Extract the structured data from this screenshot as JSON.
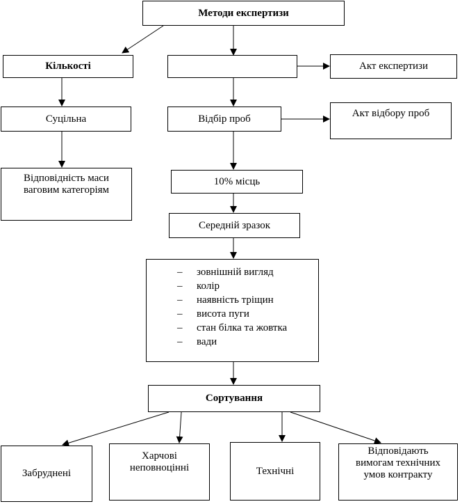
{
  "diagram": {
    "title": "Методи експертизи",
    "quantity": "Кількості",
    "method_blank": "",
    "act_expertise": "Акт експертизи",
    "full": "Суцільна",
    "sampling": "Відбір проб",
    "act_sampling": "Акт відбору проб",
    "mass_line1": "Відповідність маси",
    "mass_line2": "ваговим категоріям",
    "ten_percent": "10% місць",
    "average_sample": "Середній зразок",
    "checks": [
      "зовнішній вигляд",
      "колір",
      "наявність тріщин",
      "висота пуги",
      "стан білка та жовтка",
      "вади"
    ],
    "list_dash": "–",
    "sorting": "Сортування",
    "contaminated": "Забруднені",
    "food_line1": "Харчові",
    "food_line2": "неповноцінні",
    "technical": "Технічні",
    "conform_line1": "Відповідають",
    "conform_line2": "вимогам технічних",
    "conform_line3": "умов контракту"
  }
}
